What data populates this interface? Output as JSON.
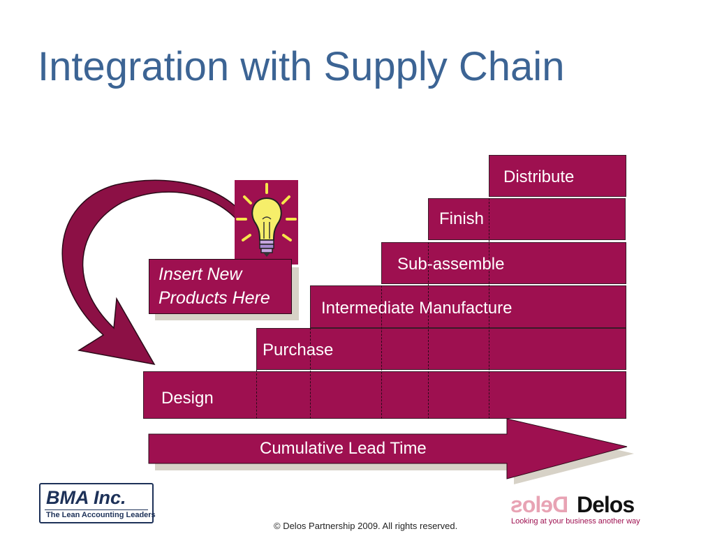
{
  "slide": {
    "title": "Integration with Supply Chain",
    "footer": "© Delos Partnership 2009.  All rights reserved."
  },
  "stages": [
    {
      "id": "distribute",
      "label": "Distribute"
    },
    {
      "id": "finish",
      "label": "Finish"
    },
    {
      "id": "sub-assemble",
      "label": "Sub-assemble"
    },
    {
      "id": "intermediate",
      "label": "Intermediate Manufacture"
    },
    {
      "id": "purchase",
      "label": "Purchase"
    },
    {
      "id": "design",
      "label": "Design"
    }
  ],
  "note": {
    "line1": "Insert New",
    "line2": "Products Here"
  },
  "arrow": {
    "label": "Cumulative Lead Time"
  },
  "logos": {
    "bma_name": "BMA Inc.",
    "bma_tagline": "The Lean Accounting Leaders",
    "delos_name": "Delos",
    "delos_tagline": "Looking at your business another way"
  },
  "icons": {
    "lightbulb": "lightbulb-icon",
    "curved_arrow": "curved-arrow-icon"
  },
  "colors": {
    "bar": "#9E1050",
    "title": "#3C6494",
    "bma": "#1d3158"
  }
}
